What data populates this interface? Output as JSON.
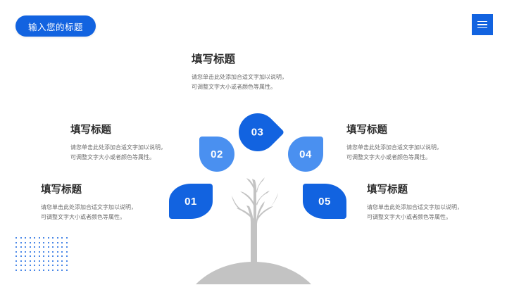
{
  "header": {
    "title_label": "输入您的标题",
    "menu_icon": "hamburger-menu-icon",
    "accent_color": "#1263e0"
  },
  "tree": {
    "illustration_name": "gray-tree-illustration",
    "color": "#c4c4c4"
  },
  "decor": {
    "dot_grid_name": "dot-grid-decoration",
    "dot_color": "#1263e0"
  },
  "nodes": [
    {
      "number": "01",
      "shape": "leaf"
    },
    {
      "number": "02",
      "shape": "leaf"
    },
    {
      "number": "03",
      "shape": "leaf"
    },
    {
      "number": "04",
      "shape": "leaf"
    },
    {
      "number": "05",
      "shape": "leaf"
    }
  ],
  "blocks": {
    "top": {
      "heading": "填写标题",
      "line1": "请您单击此处添加合适文字加以说明，",
      "line2": "可调整文字大小或者颜色等属性。"
    },
    "left_upper": {
      "heading": "填写标题",
      "line1": "请您单击此处添加合适文字加以说明，",
      "line2": "可调整文字大小或者颜色等属性。"
    },
    "left_lower": {
      "heading": "填写标题",
      "line1": "请您单击此处添加合适文字加以说明，",
      "line2": "可调整文字大小或者颜色等属性。"
    },
    "right_upper": {
      "heading": "填写标题",
      "line1": "请您单击此处添加合适文字加以说明，",
      "line2": "可调整文字大小或者颜色等属性。"
    },
    "right_lower": {
      "heading": "填写标题",
      "line1": "请您单击此处添加合适文字加以说明，",
      "line2": "可调整文字大小或者颜色等属性。"
    }
  }
}
